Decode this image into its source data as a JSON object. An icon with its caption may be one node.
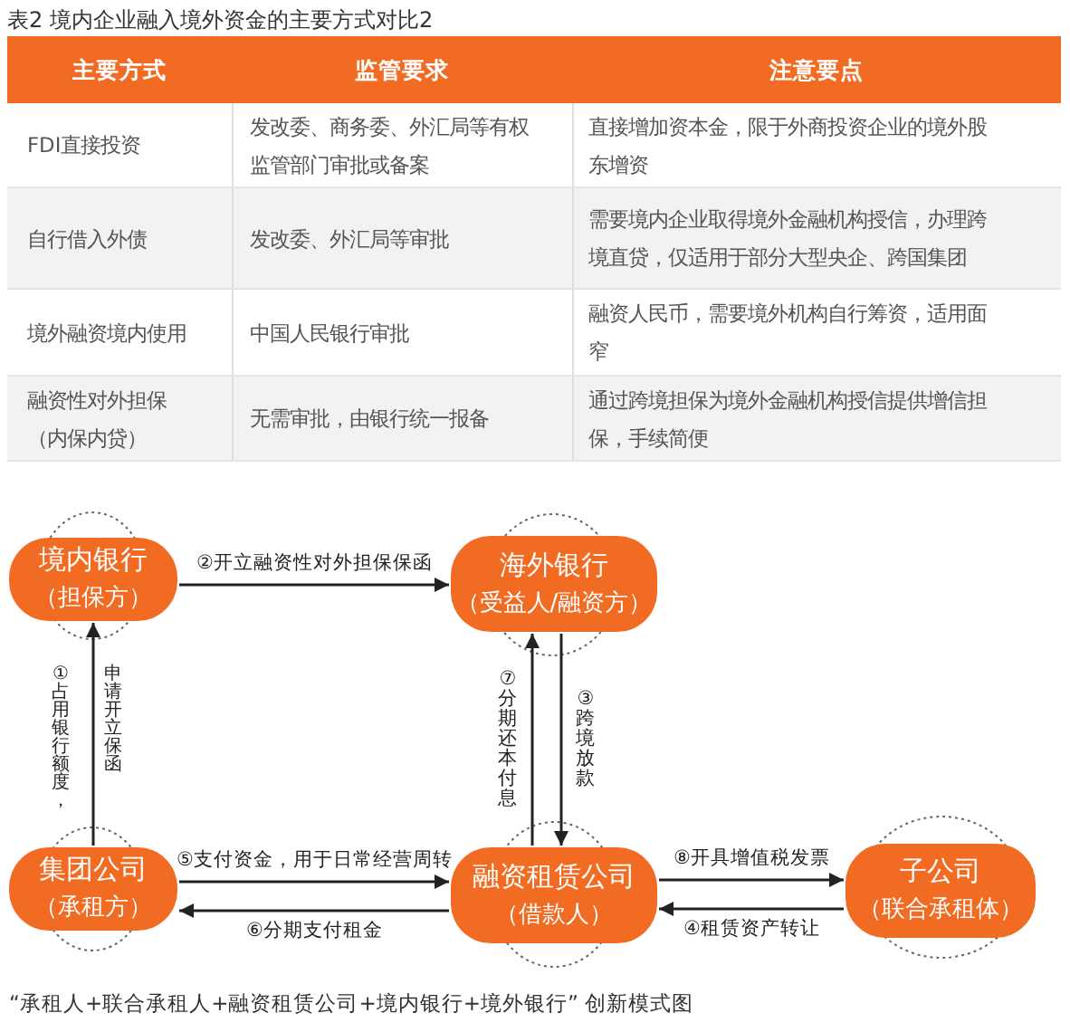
{
  "diagram": {
    "title": "表2 境内企业融入境外资金的主要方式对比2",
    "caption": "“承租人+联合承租人+融资租赁公司+境内银行+境外银行” 创新模式图",
    "nodes": [
      {
        "text": [
          "境内银行",
          "（担保方）"
        ]
      },
      {
        "text": [
          "海外银行",
          "（受益人/融资方）"
        ]
      },
      {
        "text": [
          "集团公司",
          "（承租方）"
        ]
      },
      {
        "text": [
          "融资租赁公司",
          "（借款人）"
        ]
      },
      {
        "text": [
          "子公司",
          "（联合承租体）"
        ]
      }
    ],
    "edges": [
      {
        "from": 2,
        "to": 0,
        "arrow": "to",
        "label": "①占用银行额度，申请开立保函"
      },
      {
        "from": 0,
        "to": 1,
        "arrow": "to",
        "label": "②开立融资性对外担保保函"
      },
      {
        "from": 1,
        "to": 3,
        "arrow": "to",
        "label": "③跨境放款"
      },
      {
        "from": 4,
        "to": 3,
        "arrow": "to",
        "label": "④租赁资产转让"
      },
      {
        "from": 2,
        "to": 3,
        "arrow": "to",
        "label": "⑤支付资金，用于日常经营周转"
      },
      {
        "from": 3,
        "to": 2,
        "arrow": "to",
        "label": "⑥分期支付租金"
      },
      {
        "from": 3,
        "to": 1,
        "arrow": "to",
        "label": "⑦分期还本付息"
      },
      {
        "from": 3,
        "to": 4,
        "arrow": "to",
        "label": "⑧开具增值税发票"
      }
    ],
    "labels": [
      "主要方式",
      "监管要求",
      "注意要点",
      "FDI直接投资",
      "发改委、商务委、外汇局等有权监管部门审批或备案",
      "直接增加资本金，限于外商投资企业的境外股东增资",
      "自行借入外债",
      "发改委、外汇局等审批",
      "需要境内企业取得境外金融机构授信，办理跨境直贷，仅适用于部分大型央企、跨国集团",
      "境外融资境内使用",
      "中国人民银行审批",
      "融资人民币，需要境外机构自行筹资，适用面窄",
      "融资性对外担保（内保内贷）",
      "无需审批，由银行统一报备",
      "通过跨境担保为境外金融机构授信提供增信担保，手续简便"
    ]
  }
}
